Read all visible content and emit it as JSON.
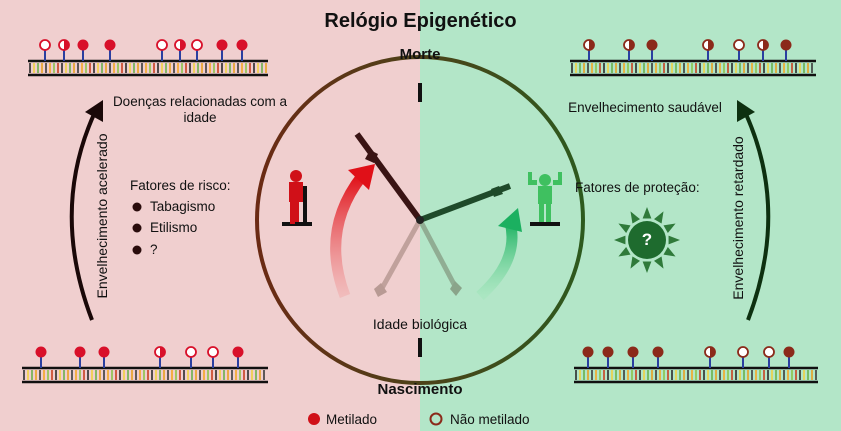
{
  "title": "Relógio Epigenético",
  "clock": {
    "top_label": "Morte",
    "bottom_label": "Nascimento",
    "center_label": "Idade biológica"
  },
  "left": {
    "outcome": "Doenças relacionadas com a idade",
    "arrow_label": "Envelhecimento acelerado",
    "risk_title": "Fatores de risco:",
    "risk_items": [
      "Tabagismo",
      "Etilismo",
      "?"
    ]
  },
  "right": {
    "outcome": "Envelhecimento saudável",
    "arrow_label": "Envelhecimento retardado",
    "protection_title": "Fatores de proteção:",
    "protection_symbol": "?"
  },
  "legend": {
    "methylated": "Metilado",
    "unmethylated": "Não metilado"
  },
  "colors": {
    "left_background": "#f0cfcf",
    "right_background": "#b3e6c8",
    "methylated_left": "#d8102a",
    "methylated_right": "#8b2a1a",
    "hand_dark": "#3a1414",
    "hand_green": "#1f4a2a"
  },
  "icons": [
    "treadmill-person-icon",
    "strong-person-icon",
    "sun-question-icon"
  ]
}
